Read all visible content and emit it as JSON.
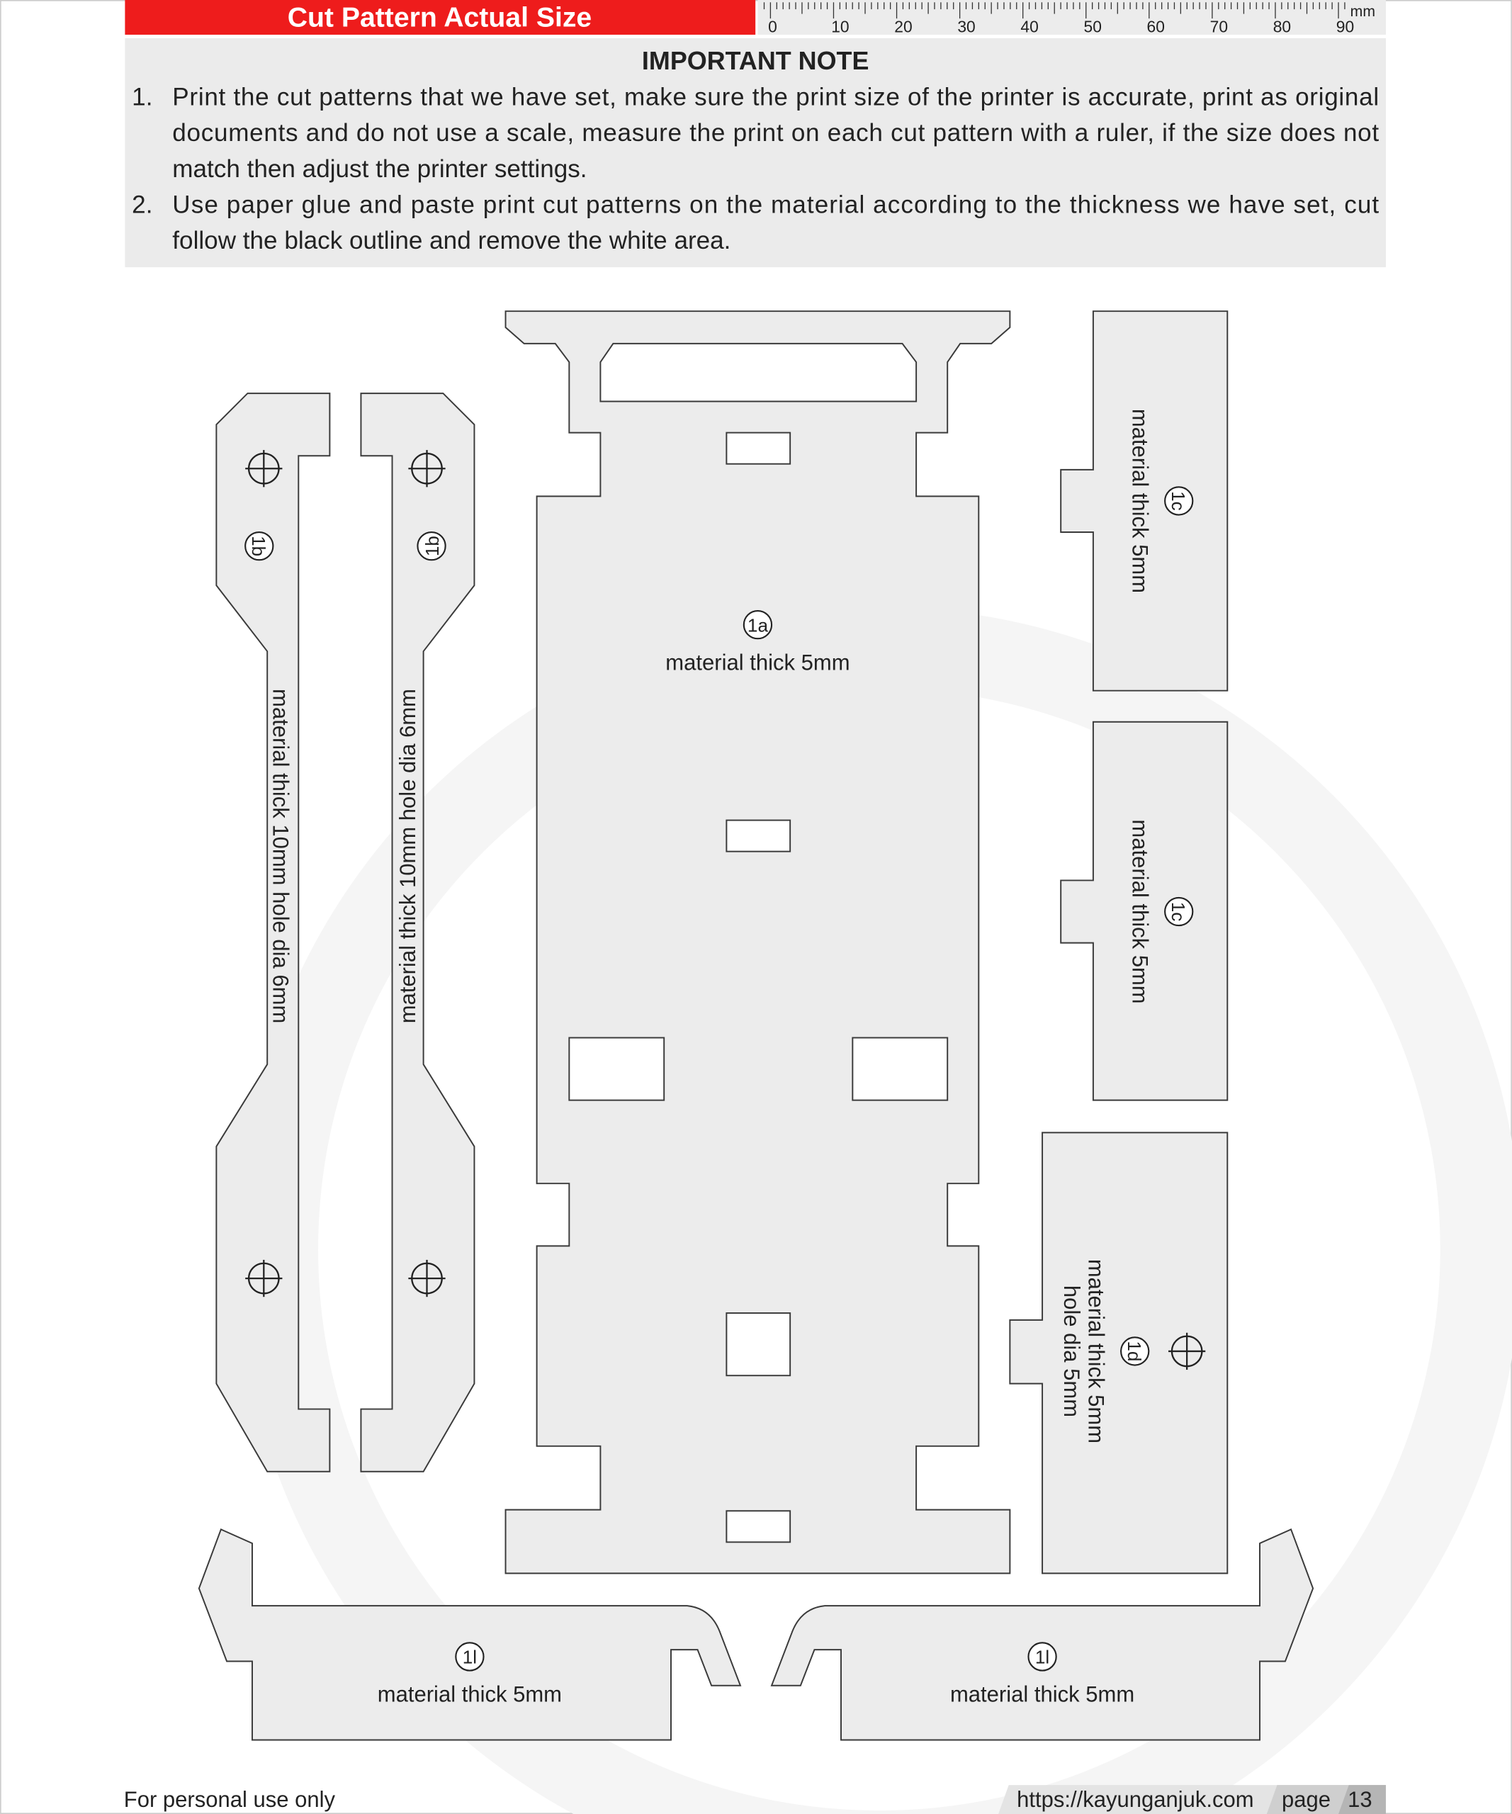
{
  "header": {
    "title": "Cut Pattern Actual Size",
    "accent": "#ee1c1c"
  },
  "ruler": {
    "unit": "mm",
    "labels": [
      "0",
      "10",
      "20",
      "30",
      "40",
      "50",
      "60",
      "70",
      "80",
      "90"
    ]
  },
  "note": {
    "title": "IMPORTANT NOTE",
    "items": [
      {
        "num": "1.",
        "lines": [
          "Print the cut patterns that we have set, make sure the print size of the printer is accurate, print as original",
          "documents and do not use a scale, measure the print on each cut pattern with a ruler, if the size does not",
          "match then adjust the printer settings."
        ]
      },
      {
        "num": "2.",
        "lines": [
          "Use paper glue and paste print cut patterns on the material according to the thickness we have set, cut",
          "follow the black outline and remove the white area."
        ]
      }
    ]
  },
  "pieces": {
    "p1a": {
      "id": "1a",
      "text": "material thick 5mm"
    },
    "p1b_left": {
      "id": "1b",
      "text": "material thick 10mm hole dia 6mm"
    },
    "p1b_right": {
      "id": "1b",
      "text": "material thick 10mm hole dia 6mm"
    },
    "p1c_top": {
      "id": "1c",
      "text": "material thick 5mm"
    },
    "p1c_bottom": {
      "id": "1c",
      "text": "material thick 5mm"
    },
    "p1d": {
      "id": "1d",
      "line1": "material thick 5mm",
      "line2": "hole dia 5mm"
    },
    "p1l_left": {
      "id": "1l",
      "text": "material thick 5mm"
    },
    "p1l_right": {
      "id": "1l",
      "text": "material thick 5mm"
    }
  },
  "footer": {
    "left": "For personal use only",
    "url": "https://kayunganjuk.com",
    "page_label": "page",
    "page_number": "13"
  }
}
